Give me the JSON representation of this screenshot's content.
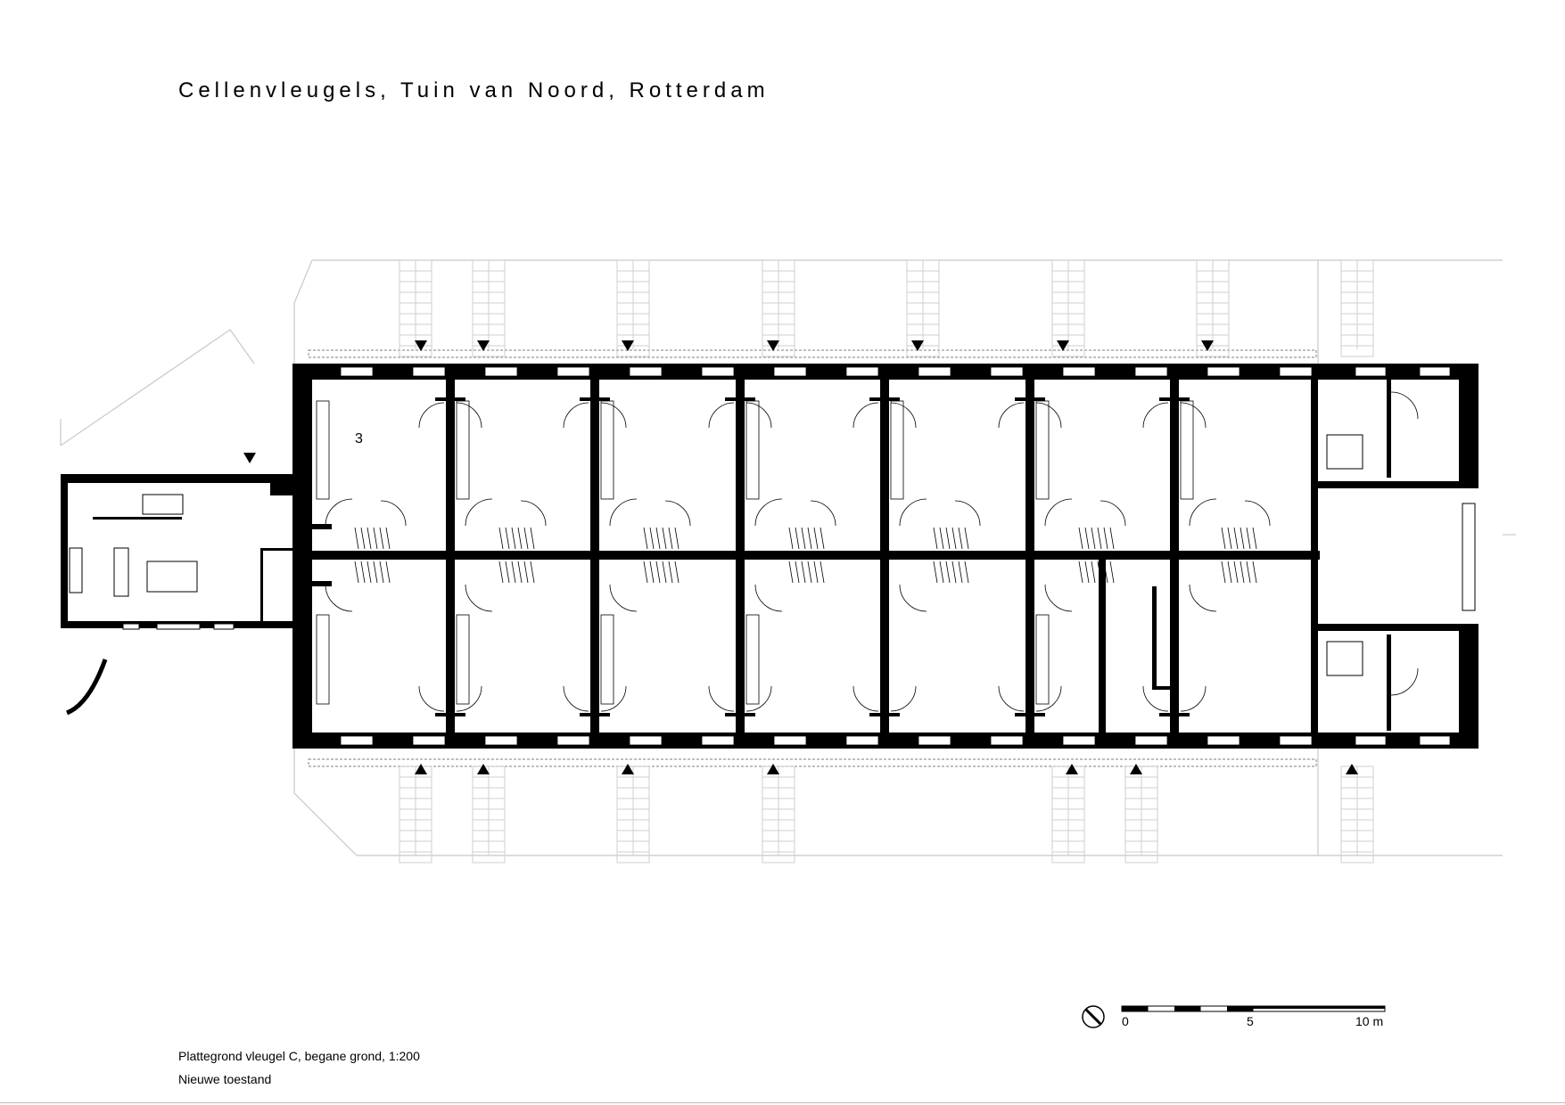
{
  "title": "Cellenvleugels, Tuin van Noord, Rotterdam",
  "room_number": "3",
  "caption": {
    "line1": "Plattegrond vleugel C, begane grond, 1:200",
    "line2": "Nieuwe toestand"
  },
  "scale_bar": {
    "labels": [
      "0",
      "5",
      "10 m"
    ]
  },
  "icons": {
    "north_arrow": "north-arrow-icon",
    "entrance_marker": "entrance-triangle-icon"
  },
  "colors": {
    "wall": "#000000",
    "paving": "#cfcfcf",
    "context": "#c8c8c8"
  }
}
